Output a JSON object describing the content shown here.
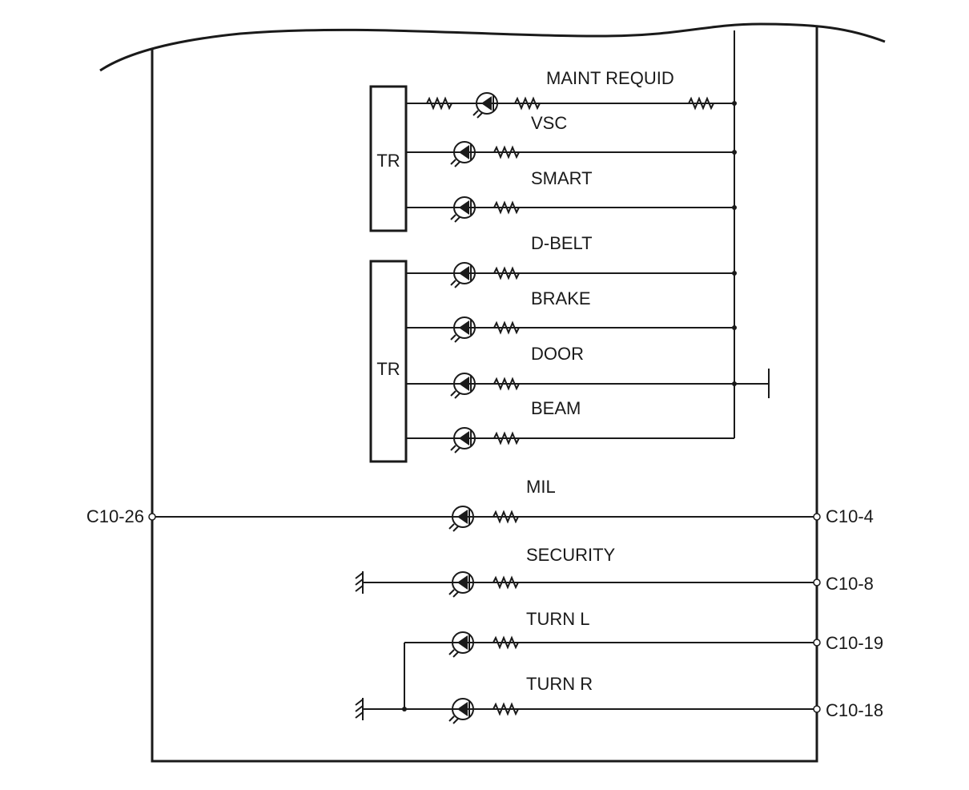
{
  "tr_label": "TR",
  "indicators_upper": [
    {
      "label": "MAINT REQUID"
    },
    {
      "label": "VSC"
    },
    {
      "label": "SMART"
    }
  ],
  "indicators_lower": [
    {
      "label": "D-BELT"
    },
    {
      "label": "BRAKE"
    },
    {
      "label": "DOOR"
    },
    {
      "label": "BEAM"
    }
  ],
  "indicators_external": [
    {
      "label": "MIL",
      "left_terminal": "C10-26",
      "right_terminal": "C10-4"
    },
    {
      "label": "SECURITY",
      "right_terminal": "C10-8"
    },
    {
      "label": "TURN L",
      "right_terminal": "C10-19"
    },
    {
      "label": "TURN R",
      "right_terminal": "C10-18"
    }
  ]
}
